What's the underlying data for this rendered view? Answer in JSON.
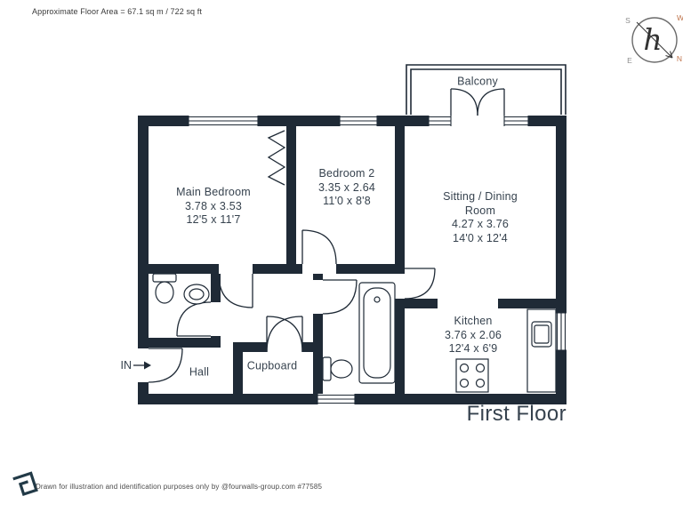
{
  "header": {
    "floor_area": "Approximate Floor Area = 67.1 sq m / 722 sq ft"
  },
  "compass": {
    "north": "N",
    "south": "S",
    "east": "E",
    "west": "W",
    "monogram": "h"
  },
  "rooms": {
    "main_bedroom": {
      "name": "Main Bedroom",
      "metric": "3.78 x 3.53",
      "imperial": "12'5 x 11'7"
    },
    "bedroom2": {
      "name": "Bedroom 2",
      "metric": "3.35 x 2.64",
      "imperial": "11'0 x 8'8"
    },
    "sitting": {
      "name": "Sitting / Dining Room",
      "metric": "4.27 x 3.76",
      "imperial": "14'0 x 12'4"
    },
    "kitchen": {
      "name": "Kitchen",
      "metric": "3.76 x 2.06",
      "imperial": "12'4 x 6'9"
    },
    "balcony": {
      "name": "Balcony"
    },
    "hall": {
      "name": "Hall"
    },
    "cupboard": {
      "name": "Cupboard"
    }
  },
  "labels": {
    "entrance": "IN",
    "floor": "First Floor"
  },
  "footer": {
    "disclaimer": "Drawn for illustration and identification purposes only by @fourwalls-group.com #77585"
  },
  "colors": {
    "wall": "#1f2a36",
    "text": "#36424e",
    "accent": "#c0764e",
    "muted": "#8c8c8c"
  }
}
